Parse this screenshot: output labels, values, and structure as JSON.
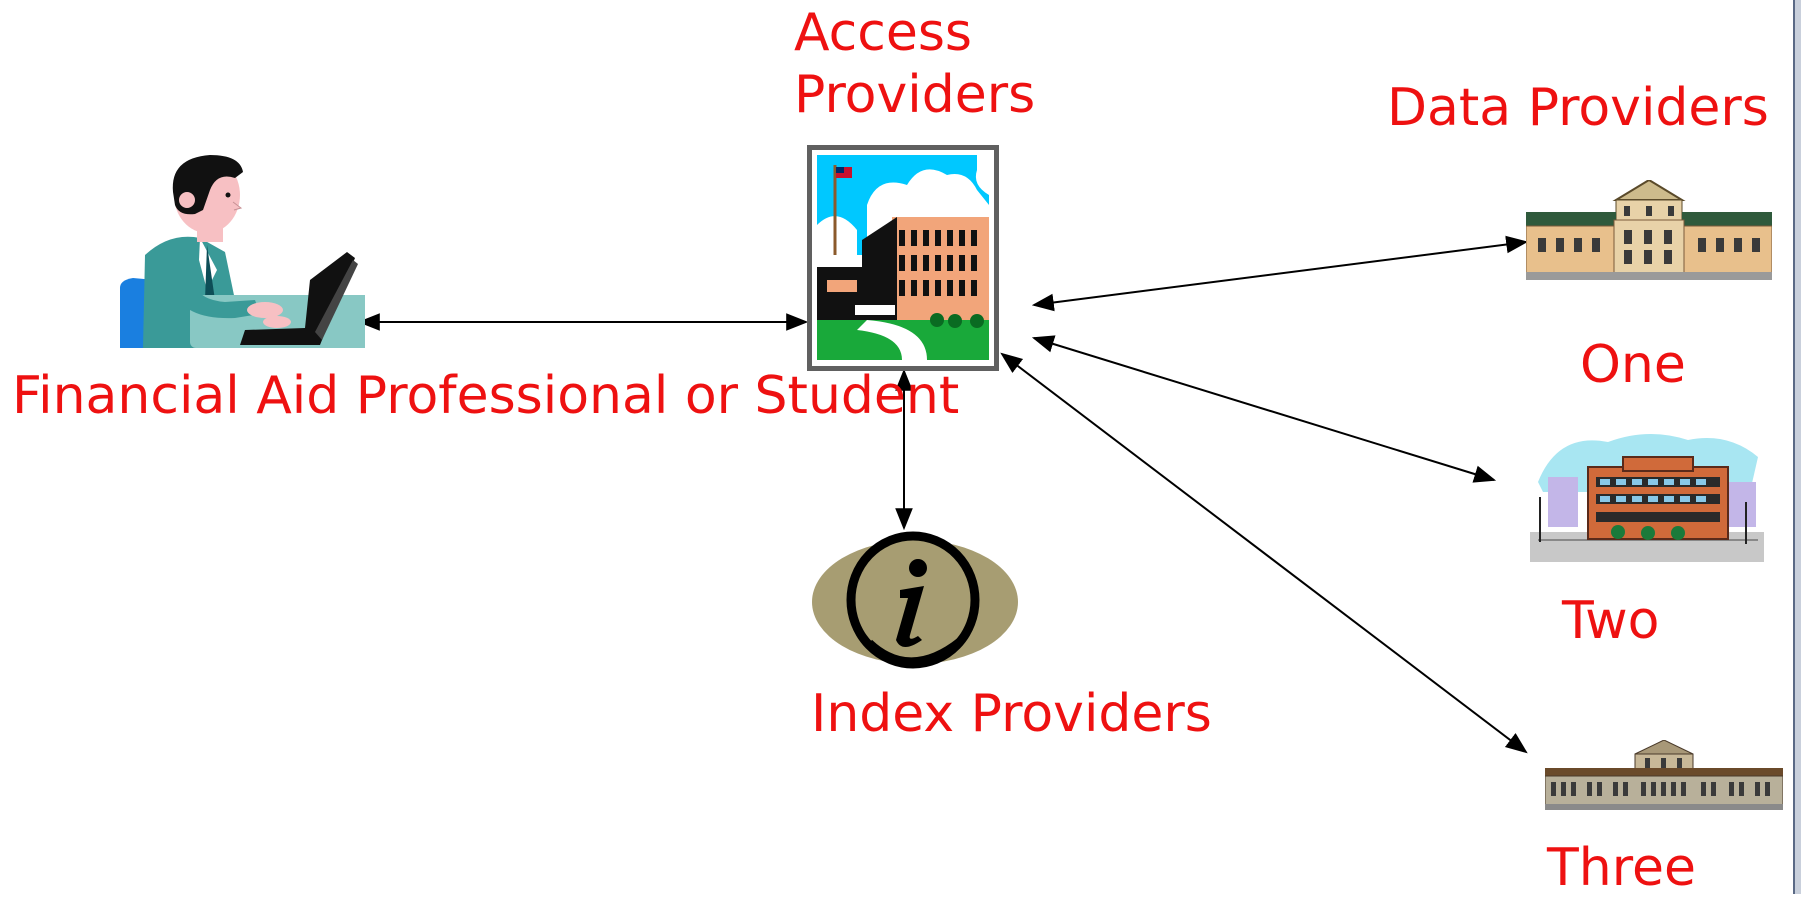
{
  "diagram": {
    "colors": {
      "label": "#ee1111",
      "arrow": "#000000"
    },
    "nodes": {
      "user": {
        "label": "Financial Aid Professional or Student",
        "icon": "person-at-laptop-icon"
      },
      "access": {
        "label": "Access Providers",
        "icon": "school-building-icon"
      },
      "index": {
        "label": "Index Providers",
        "icon": "info-icon"
      },
      "data": {
        "label": "Data Providers"
      },
      "data_one": {
        "label": "One",
        "icon": "government-building-icon"
      },
      "data_two": {
        "label": "Two",
        "icon": "office-building-icon"
      },
      "data_three": {
        "label": "Three",
        "icon": "courthouse-icon"
      }
    },
    "edges": [
      {
        "from": "user",
        "to": "access",
        "direction": "both"
      },
      {
        "from": "access",
        "to": "index",
        "direction": "both"
      },
      {
        "from": "access",
        "to": "data_one",
        "direction": "both"
      },
      {
        "from": "access",
        "to": "data_two",
        "direction": "both"
      },
      {
        "from": "access",
        "to": "data_three",
        "direction": "both"
      }
    ]
  }
}
